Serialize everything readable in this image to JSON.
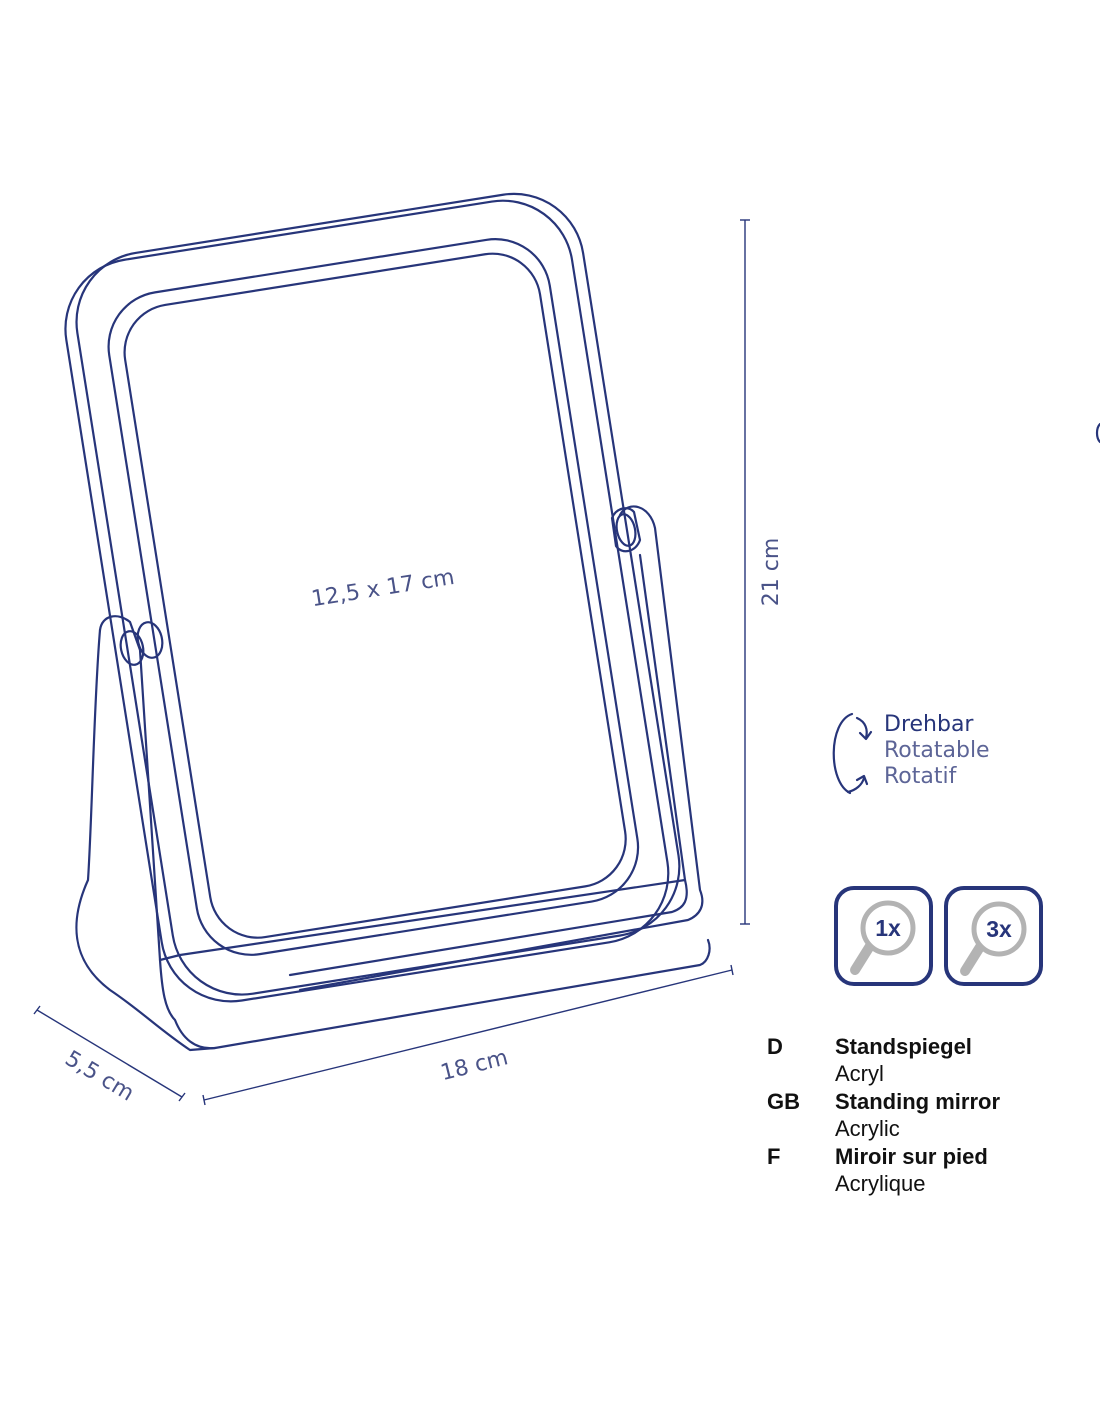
{
  "dimensions": {
    "mirror_glass": "12,5 x 17 cm",
    "height": "21 cm",
    "width": "18 cm",
    "depth": "5,5 cm"
  },
  "rotation": {
    "icon": "rotate-arrows-icon",
    "labels": [
      "Drehbar",
      "Rotatable",
      "Rotatif"
    ]
  },
  "magnification": [
    {
      "label": "1x",
      "icon": "magnifier-icon"
    },
    {
      "label": "3x",
      "icon": "magnifier-icon"
    }
  ],
  "legend": [
    {
      "code": "D",
      "name": "Standspiegel",
      "material": "Acryl"
    },
    {
      "code": "GB",
      "name": "Standing mirror",
      "material": "Acrylic"
    },
    {
      "code": "F",
      "name": "Miroir sur pied",
      "material": "Acrylique"
    }
  ],
  "colors": {
    "line": "#27357a",
    "magnifier_lens": "#b3b3b3"
  }
}
